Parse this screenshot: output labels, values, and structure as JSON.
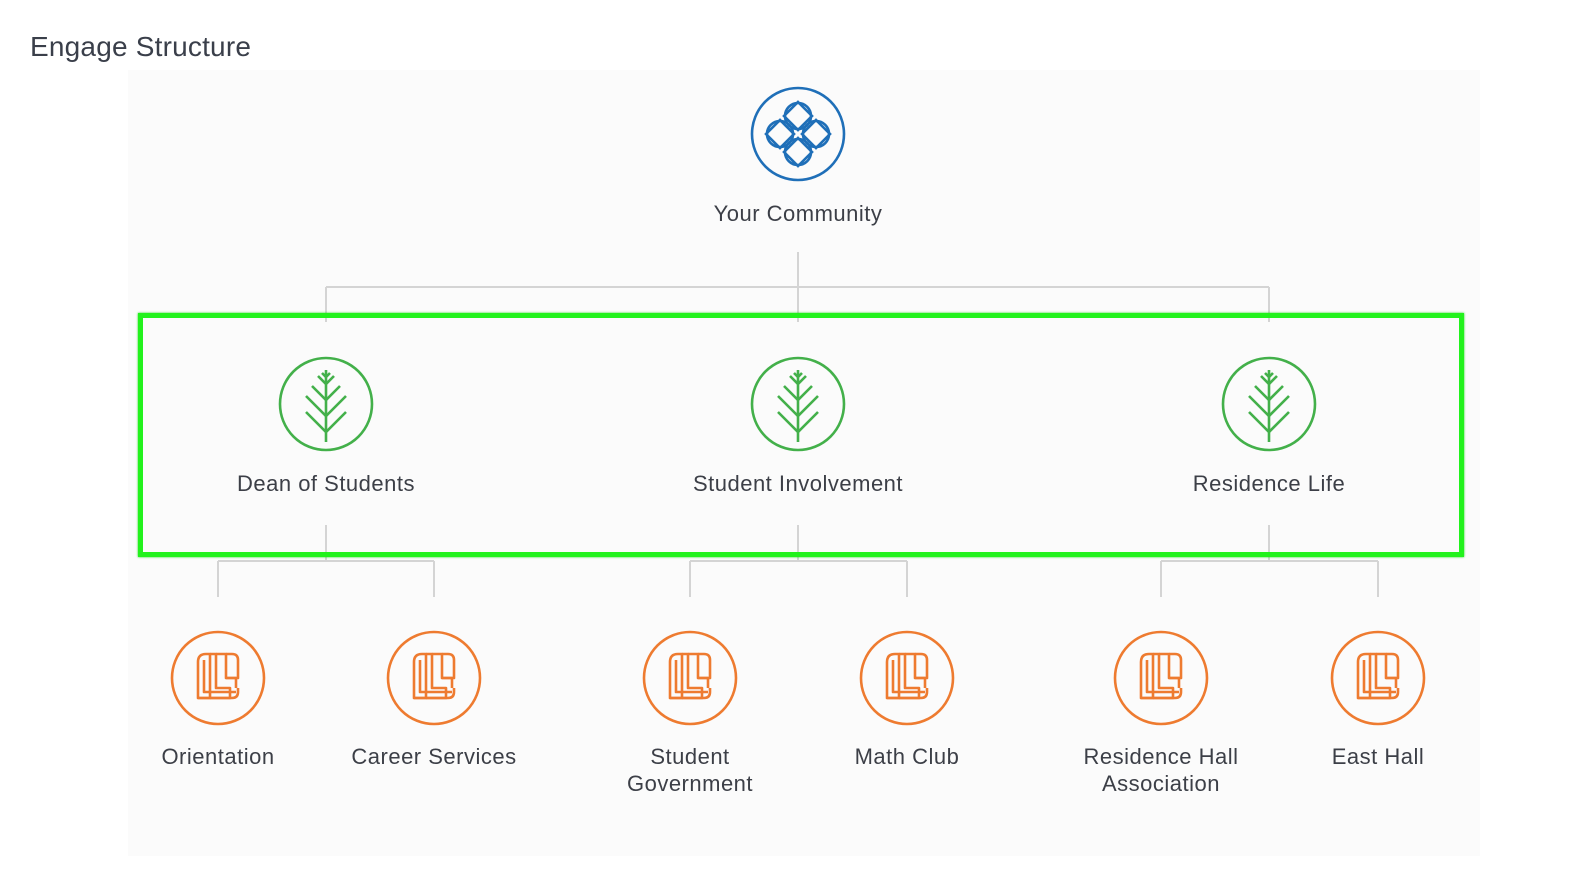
{
  "page": {
    "title": "Engage Structure"
  },
  "colors": {
    "community": "#1f6fb8",
    "branch": "#43b04a",
    "organization": "#ee7b30",
    "connector": "#d4d4d4",
    "highlight": "#22f21c"
  },
  "root": {
    "label": "Your Community",
    "icon": "community-knot-icon"
  },
  "branches": [
    {
      "label": "Dean of Students",
      "icon": "branch-leaf-icon",
      "children": [
        {
          "label": "Orientation",
          "icon": "organization-stack-icon"
        },
        {
          "label": "Career Services",
          "icon": "organization-stack-icon"
        }
      ]
    },
    {
      "label": "Student Involvement",
      "icon": "branch-leaf-icon",
      "children": [
        {
          "label": "Student\nGovernment",
          "icon": "organization-stack-icon"
        },
        {
          "label": "Math Club",
          "icon": "organization-stack-icon"
        }
      ]
    },
    {
      "label": "Residence Life",
      "icon": "branch-leaf-icon",
      "children": [
        {
          "label": "Residence Hall\nAssociation",
          "icon": "organization-stack-icon"
        },
        {
          "label": "East Hall",
          "icon": "organization-stack-icon"
        }
      ]
    }
  ]
}
